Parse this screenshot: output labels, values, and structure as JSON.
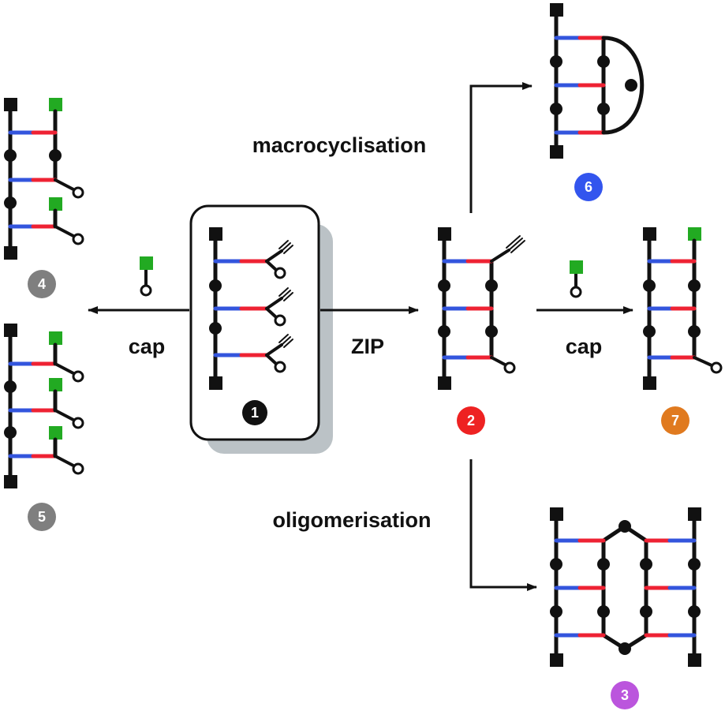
{
  "labels": {
    "cap_left": "cap",
    "zip": "ZIP",
    "cap_right": "cap",
    "macrocyclisation": "macrocyclisation",
    "oligomerisation": "oligomerisation"
  },
  "compounds": [
    {
      "id": "1",
      "color": "#111111"
    },
    {
      "id": "2",
      "color": "#ee2222"
    },
    {
      "id": "3",
      "color": "#bb55dd"
    },
    {
      "id": "4",
      "color": "#7f7f7f"
    },
    {
      "id": "5",
      "color": "#7f7f7f"
    },
    {
      "id": "6",
      "color": "#3355ee"
    },
    {
      "id": "7",
      "color": "#e07a1f"
    }
  ],
  "colors": {
    "backbone": "#111111",
    "blue_unit": "#3355dd",
    "red_unit": "#ee2233",
    "cap_green": "#22aa22",
    "frame_shadow": "#bbc2c6"
  }
}
